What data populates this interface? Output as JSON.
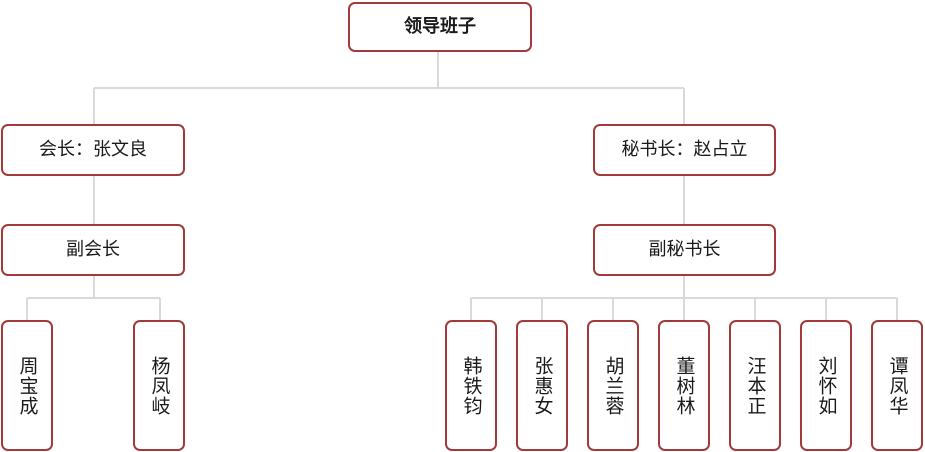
{
  "colors": {
    "border": "#a33a3a",
    "connector": "#d9d9d9",
    "text": "#1a1a1a"
  },
  "root": {
    "label": "领导班子"
  },
  "president": {
    "label": "会长：张文良"
  },
  "secretary_general": {
    "label": "秘书长：赵占立"
  },
  "vice_president": {
    "label": "副会长"
  },
  "deputy_secretary": {
    "label": "副秘书长"
  },
  "vice_president_members": [
    "周宝成",
    "杨凤岐"
  ],
  "deputy_secretary_members": [
    "韩铁钧",
    "张惠女",
    "胡兰蓉",
    "董树林",
    "汪本正",
    "刘怀如",
    "谭凤华"
  ]
}
